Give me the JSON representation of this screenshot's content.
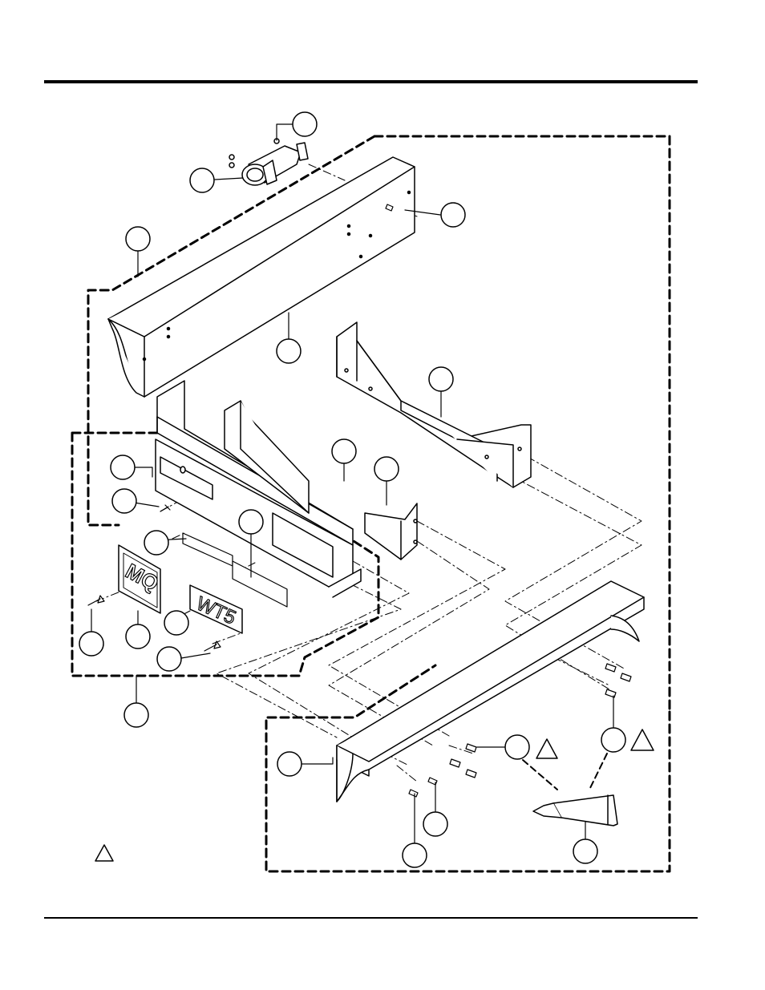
{
  "diagram": {
    "nameplate_text": "WT5",
    "logo_letters": "MQ",
    "colors": {
      "ink": "#000000",
      "paper": "#ffffff",
      "shade": "#e6e6e6"
    },
    "callouts": [
      {
        "label": ""
      },
      {
        "label": ""
      },
      {
        "label": ""
      },
      {
        "label": ""
      },
      {
        "label": ""
      },
      {
        "label": ""
      },
      {
        "label": ""
      },
      {
        "label": ""
      },
      {
        "label": ""
      },
      {
        "label": ""
      },
      {
        "label": ""
      },
      {
        "label": ""
      },
      {
        "label": ""
      },
      {
        "label": ""
      },
      {
        "label": ""
      },
      {
        "label": ""
      },
      {
        "label": ""
      },
      {
        "label": ""
      },
      {
        "label": ""
      },
      {
        "label": ""
      },
      {
        "label": ""
      }
    ],
    "warning_triangles": 3
  }
}
